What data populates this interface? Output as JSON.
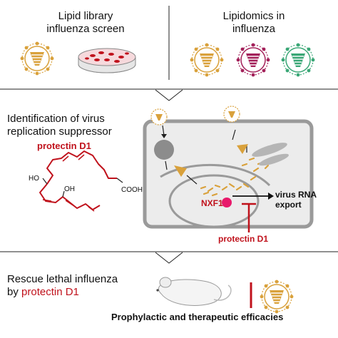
{
  "panels": {
    "screen": {
      "line1": "Lipid library",
      "line2": "influenza screen"
    },
    "lipidomics": {
      "line1": "Lipidomics in",
      "line2": "influenza"
    },
    "identification": {
      "line1": "Identification of virus",
      "line2": "replication suppressor"
    },
    "rescue": {
      "line1": "Rescue lethal influenza",
      "line2_prefix": "by",
      "line2_highlight": "protectin D1"
    }
  },
  "molecule": {
    "name": "protectin D1",
    "label_ho": "HO",
    "label_oh": "OH",
    "label_cooh": "COOH"
  },
  "cell": {
    "nxf1_label": "NXF1",
    "export_line1": "virus RNA",
    "export_line2": "export",
    "inhibitor_label": "protectin D1"
  },
  "footer": {
    "efficacy_label": "Prophylactic and therapeutic efficacies"
  },
  "colors": {
    "accent_red": "#c0121c",
    "virus_gold": "#d9a13b",
    "virus_magenta": "#a3215a",
    "virus_green": "#3aa776",
    "nxf1_pink": "#e8196b",
    "cell_fill": "#ececec",
    "cell_border": "#9a9a9a"
  },
  "icons": [
    "influenza-virus-gold-icon",
    "petri-dish-icon",
    "influenza-virus-magenta-icon",
    "influenza-virus-green-icon",
    "mouse-icon"
  ]
}
